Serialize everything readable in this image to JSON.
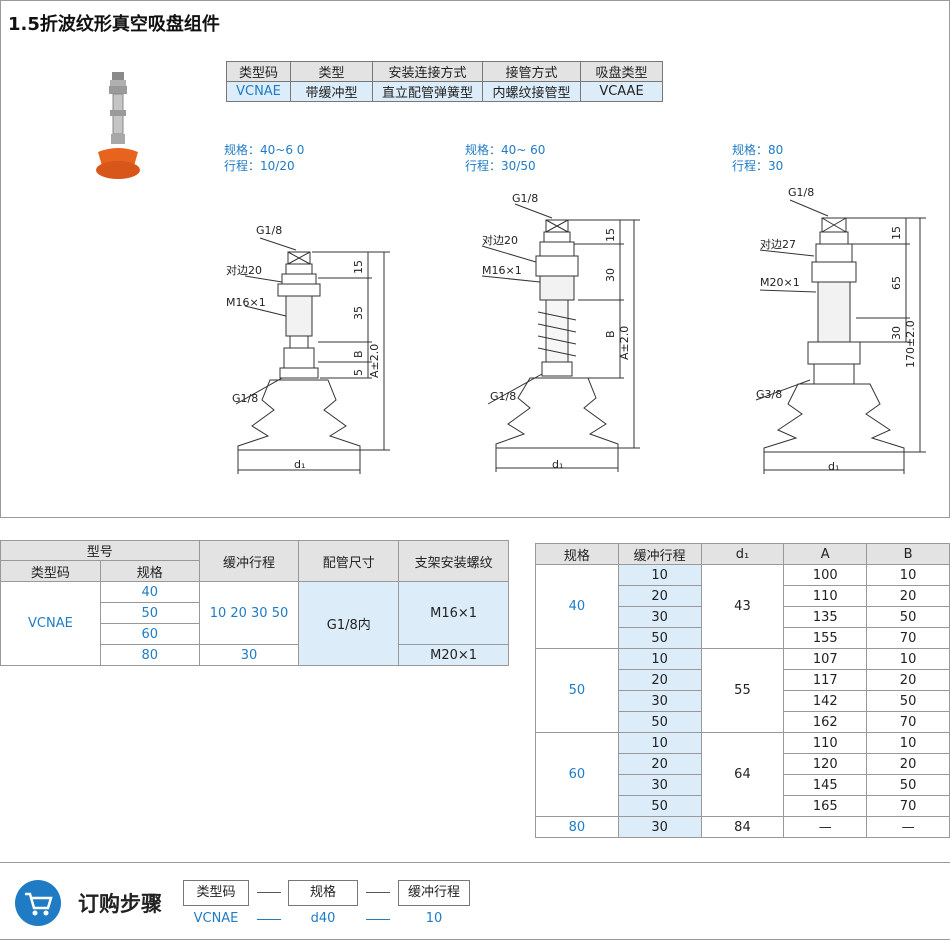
{
  "title": "1.5折波纹形真空吸盘组件",
  "spec_table": {
    "headers": [
      "类型码",
      "类型",
      "安装连接方式",
      "接管方式",
      "吸盘类型"
    ],
    "values": [
      "VCNAE",
      "带缓冲型",
      "直立配管弹簧型",
      "内螺纹接管型",
      "VCAAE"
    ]
  },
  "drawings": [
    {
      "spec_line": "规格：40~6 0",
      "stroke_line": "行程：10/20",
      "labels": [
        "G1/8",
        "对边20",
        "M16×1",
        "G1/8",
        "d₁"
      ],
      "dims": [
        "15",
        "35",
        "B",
        "5",
        "A±2.0"
      ]
    },
    {
      "spec_line": "规格：40~ 60",
      "stroke_line": "行程：30/50",
      "labels": [
        "G1/8",
        "对边20",
        "M16×1",
        "G1/8",
        "d₁"
      ],
      "dims": [
        "15",
        "30",
        "B",
        "A±2.0"
      ]
    },
    {
      "spec_line": "规格：80",
      "stroke_line": "行程：30",
      "labels": [
        "G1/8",
        "对边27",
        "M20×1",
        "G3/8",
        "d₁"
      ],
      "dims": [
        "15",
        "65",
        "30",
        "170±2.0"
      ]
    }
  ],
  "left_table": {
    "h_model": "型号",
    "h_type_code": "类型码",
    "h_spec": "规格",
    "h_stroke": "缓冲行程",
    "h_pipe": "配管尺寸",
    "h_thread": "支架安装螺纹",
    "type_code": "VCNAE",
    "specs": [
      "40",
      "50",
      "60",
      "80"
    ],
    "stroke_a": "10  20  30  50",
    "stroke_b": "30",
    "pipe": "G1/8内",
    "thread_a": "M16×1",
    "thread_b": "M20×1"
  },
  "right_table": {
    "headers": [
      "规格",
      "缓冲行程",
      "d₁",
      "A",
      "B"
    ],
    "groups": [
      {
        "spec": "40",
        "d1": "43",
        "rows": [
          [
            "10",
            "100",
            "10"
          ],
          [
            "20",
            "110",
            "20"
          ],
          [
            "30",
            "135",
            "50"
          ],
          [
            "50",
            "155",
            "70"
          ]
        ]
      },
      {
        "spec": "50",
        "d1": "55",
        "rows": [
          [
            "10",
            "107",
            "10"
          ],
          [
            "20",
            "117",
            "20"
          ],
          [
            "30",
            "142",
            "50"
          ],
          [
            "50",
            "162",
            "70"
          ]
        ]
      },
      {
        "spec": "60",
        "d1": "64",
        "rows": [
          [
            "10",
            "110",
            "10"
          ],
          [
            "20",
            "120",
            "20"
          ],
          [
            "30",
            "145",
            "50"
          ],
          [
            "50",
            "165",
            "70"
          ]
        ]
      },
      {
        "spec": "80",
        "d1": "84",
        "rows": [
          [
            "30",
            "—",
            "—"
          ]
        ]
      }
    ]
  },
  "order": {
    "title": "订购步骤",
    "steps": [
      "类型码",
      "规格",
      "缓冲行程"
    ],
    "examples": [
      "VCNAE",
      "d40",
      "10"
    ]
  },
  "colors": {
    "accent": "#1f7bc4",
    "header_bg": "#e3e3e3",
    "cell_bg": "#dcedf9",
    "cup": "#e8641e"
  }
}
